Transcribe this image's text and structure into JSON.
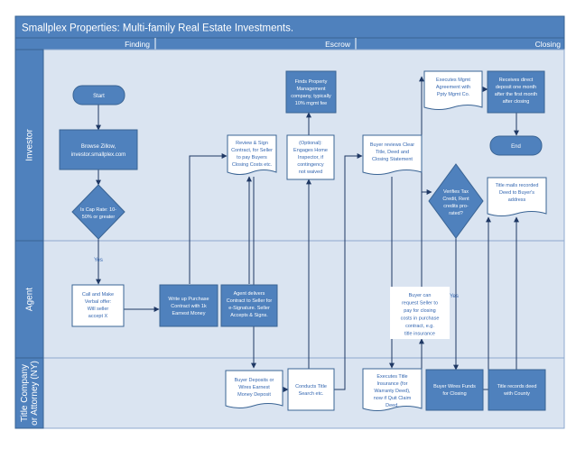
{
  "title": "Smallplex Properties: Multi-family Real Estate Investments.",
  "phases": {
    "finding": "Finding",
    "escrow": "Escrow",
    "closing": "Closing"
  },
  "lanes": {
    "investor": [
      "Investor"
    ],
    "agent": [
      "Agent"
    ],
    "title": [
      "Title Company",
      "or Attorney (NY)"
    ]
  },
  "nodes": {
    "start": [
      "Start"
    ],
    "browse": [
      "Browse Zillow,",
      "investor.smallplex.com"
    ],
    "decision_cap": [
      "Is Cap Rate: 10-",
      "50% or greater"
    ],
    "call_make": [
      "Call and Make",
      "Verbal offer:",
      "Will seller",
      "accept X"
    ],
    "writeup": [
      "Write up Purchase",
      "Contract with 1k",
      "Earnest Money"
    ],
    "agent_delivers": [
      "Agent delivers",
      "Contract to Seller for",
      "e-Signature. Seller",
      "Accepts & Signs."
    ],
    "review_sign": [
      "Review & Sign",
      "Contract, for Seller",
      "to pay Buyers",
      "Closing Costs etc."
    ],
    "buyer_deposits": [
      "Buyer Deposits or",
      "Wires Earnest",
      "Money Deposit"
    ],
    "optional_inspector": [
      "(Optional):",
      "Engages Home",
      "Inspector, if",
      "contingency",
      "not waived"
    ],
    "finds_pm": [
      "Finds Property",
      "Management",
      "company, typically",
      "10% mgmt fee"
    ],
    "conducts_title": [
      "Conducts Title",
      "Search etc."
    ],
    "buyer_reviews": [
      "Buyer reviews Clear",
      "Title, Deed and",
      "Closing Statement"
    ],
    "executes_title": [
      "Executes Title",
      "Insurance (for",
      "Warranty Deed),",
      "now if Quit Claim",
      "Deed."
    ],
    "executes_mgmt": [
      "Executes Mgmt",
      "Agreement with",
      "Ppty Mgmt Co."
    ],
    "buyer_can": [
      "Buyer can",
      "request Seller to",
      "pay for closing",
      "costs in purchase",
      "contract, e.g.",
      "title insurance"
    ],
    "verifies_tax": [
      "Verifies Tax",
      "Credit, Rent",
      "credits pro-",
      "rated?"
    ],
    "buyer_wires": [
      "Buyer Wires Funds",
      "for Closing"
    ],
    "receives_deposit": [
      "Receives direct",
      "deposit one month",
      "after the first month",
      "after closing"
    ],
    "end": [
      "End"
    ],
    "title_mails": [
      "Title mails recorded",
      "Deed to Buyer's",
      "address"
    ],
    "title_records": [
      "Title records deed",
      "with County"
    ]
  },
  "edge_labels": {
    "yes_agent": "Yes",
    "yes_verify": "Yes"
  },
  "colors": {
    "shape_fill": "#4f81bd",
    "shape_stroke": "#3a6494",
    "lane_fill": "#dae4f1",
    "lane_stroke": "#8ea9cf",
    "phase_fill": "#4f81bd",
    "connector": "#1f3864",
    "doc_text": "#3366b0",
    "white": "#ffffff"
  }
}
